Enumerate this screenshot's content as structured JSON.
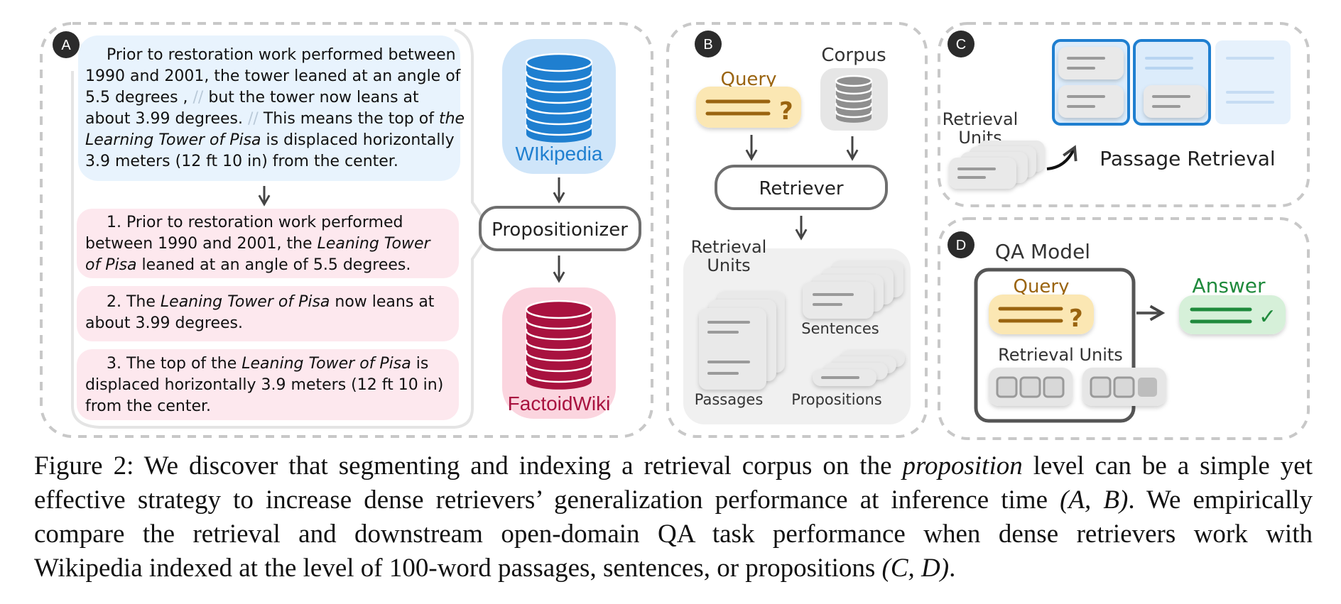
{
  "panel_a": {
    "badge": "A",
    "paragraph_lines": [
      [
        "Prior to restoration work performed between"
      ],
      [
        "1990 and 2001, the tower leaned at an angle of"
      ],
      [
        "5.5 degrees ,",
        "//",
        " but the tower now leans at"
      ],
      [
        "about 3.99 degrees.",
        "//",
        " This means the top of ",
        "the"
      ],
      [
        "Learning Tower of Pisa",
        " is displaced horizontally"
      ],
      [
        "3.9 meters (12 ft 10 in) from the center."
      ]
    ],
    "propositions": [
      {
        "lines": [
          [
            "1. Prior to restoration work performed"
          ],
          [
            "between 1990 and 2001, the ",
            "Leaning Tower"
          ],
          [
            "of Pisa",
            " leaned at an angle of 5.5 degrees."
          ]
        ]
      },
      {
        "lines": [
          [
            "2. The ",
            "Leaning Tower of Pisa",
            " now leans at"
          ],
          [
            "about 3.99 degrees."
          ]
        ]
      },
      {
        "lines": [
          [
            "3. The top of the ",
            "Leaning Tower of Pisa",
            " is"
          ],
          [
            "displaced horizontally 3.9 meters (12 ft 10 in)"
          ],
          [
            "from the center."
          ]
        ]
      }
    ],
    "wikipedia_label": "WIkipedia",
    "propositionizer_label": "Propositionizer",
    "factoidwiki_label": "FactoidWiki"
  },
  "panel_b": {
    "badge": "B",
    "query_label": "Query",
    "corpus_label": "Corpus",
    "retriever_label": "Retriever",
    "retrieval_units_label": [
      "Retrieval",
      "Units"
    ],
    "passages_label": "Passages",
    "sentences_label": "Sentences",
    "propositions_label": "Propositions"
  },
  "panel_c": {
    "badge": "C",
    "retrieval_units_label": [
      "Retrieval",
      "Units"
    ],
    "passage_retrieval_label": "Passage Retrieval"
  },
  "panel_d": {
    "badge": "D",
    "qa_model_label": "QA Model",
    "query_label": "Query",
    "retrieval_units_label": "Retrieval Units",
    "answer_label": "Answer"
  },
  "caption": {
    "lines": [
      [
        "Figure 2: We discover that segmenting and indexing a retrieval corpus on the ",
        "proposition",
        " level can be a simple yet"
      ],
      [
        "effective strategy to increase dense retrievers’ generalization performance at inference time ",
        "(A, B)",
        ". We empirically"
      ],
      [
        "compare the retrieval and downstream open-domain QA task performance when dense retrievers work with"
      ],
      [
        "Wikipedia indexed at the level of 100-word passages, sentences, or propositions ",
        "(C, D)",
        "."
      ]
    ]
  },
  "colors": {
    "blue": "#1f7fd0",
    "crimson": "#a8123f",
    "query_brown": "#9a6410",
    "query_fill": "#fbe7b3",
    "answer_green": "#1f8a3c",
    "answer_fill": "#d6f0d9",
    "gray_dash": "#c8c8c8",
    "para_fill": "#e8f3fd",
    "prop_fill": "#fde8ee"
  }
}
